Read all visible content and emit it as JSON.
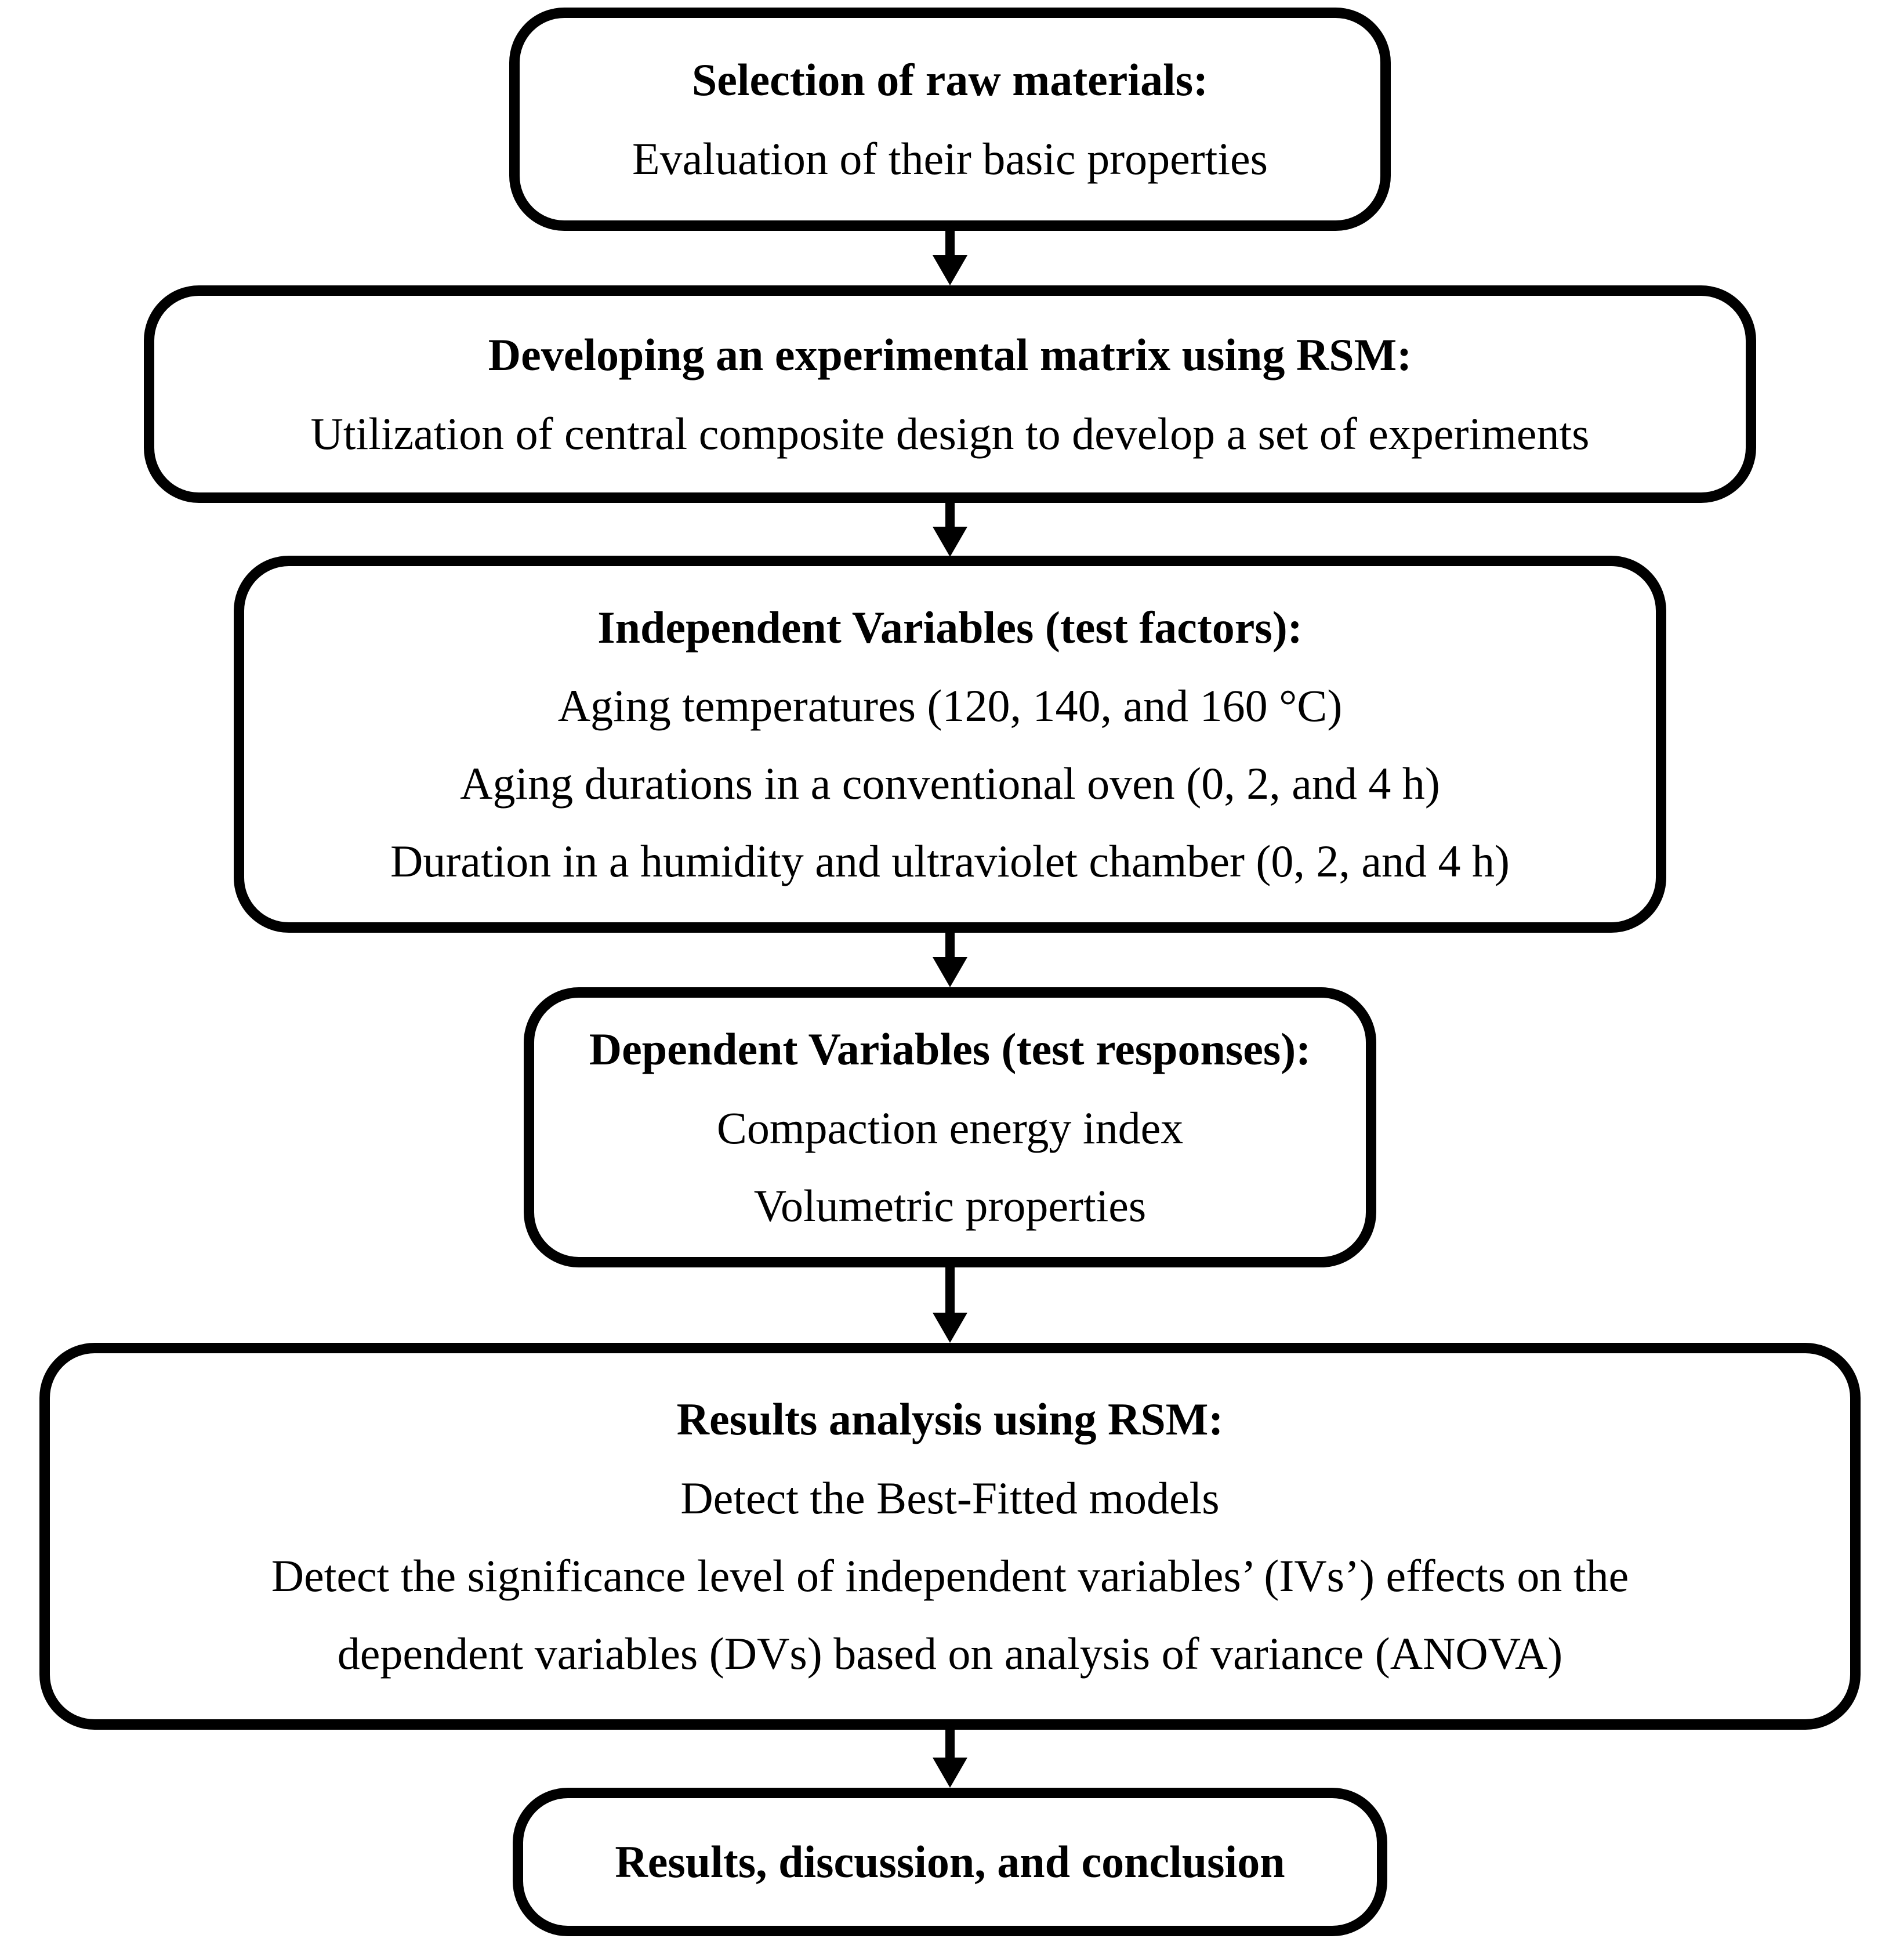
{
  "flowchart": {
    "colors": {
      "border": "#000000",
      "background": "#ffffff",
      "text": "#000000"
    },
    "boxes": [
      {
        "title": "Selection of raw materials:",
        "lines": [
          "Evaluation of their basic properties"
        ]
      },
      {
        "title": "Developing an experimental matrix using RSM:",
        "lines": [
          "Utilization of central composite design to develop a set of experiments"
        ]
      },
      {
        "title": "Independent Variables (test factors):",
        "lines": [
          "Aging temperatures (120, 140, and 160 °C)",
          "Aging durations in a conventional oven (0, 2, and 4 h)",
          "Duration in a humidity and ultraviolet chamber (0, 2, and 4 h)"
        ]
      },
      {
        "title": "Dependent Variables (test responses):",
        "lines": [
          "Compaction energy index",
          "Volumetric properties"
        ]
      },
      {
        "title": "Results analysis using RSM:",
        "lines": [
          "Detect the Best-Fitted models",
          "Detect the significance level of independent variables’ (IVs’) effects on the",
          "dependent variables (DVs) based on analysis of variance (ANOVA)"
        ]
      },
      {
        "title": "Results, discussion, and conclusion",
        "lines": []
      }
    ]
  }
}
